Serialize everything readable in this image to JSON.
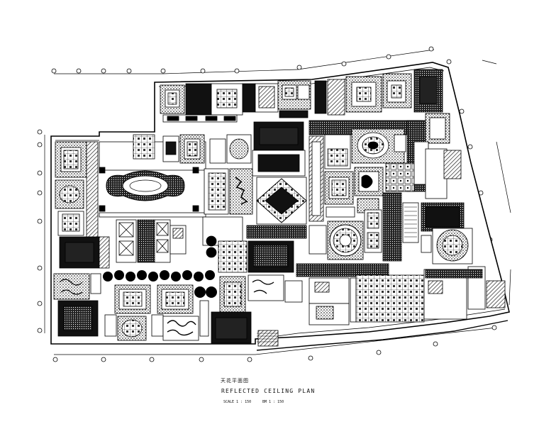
{
  "drawing": {
    "title_cn": "天花平面图",
    "title_en": "REFLECTED CEILING PLAN",
    "scale_text": "SCALE 1 : 150",
    "scale_right": "BM 1 : 150"
  },
  "colors": {
    "ink": "#000000",
    "paper": "#ffffff",
    "hatch": "#1a1a1a"
  }
}
